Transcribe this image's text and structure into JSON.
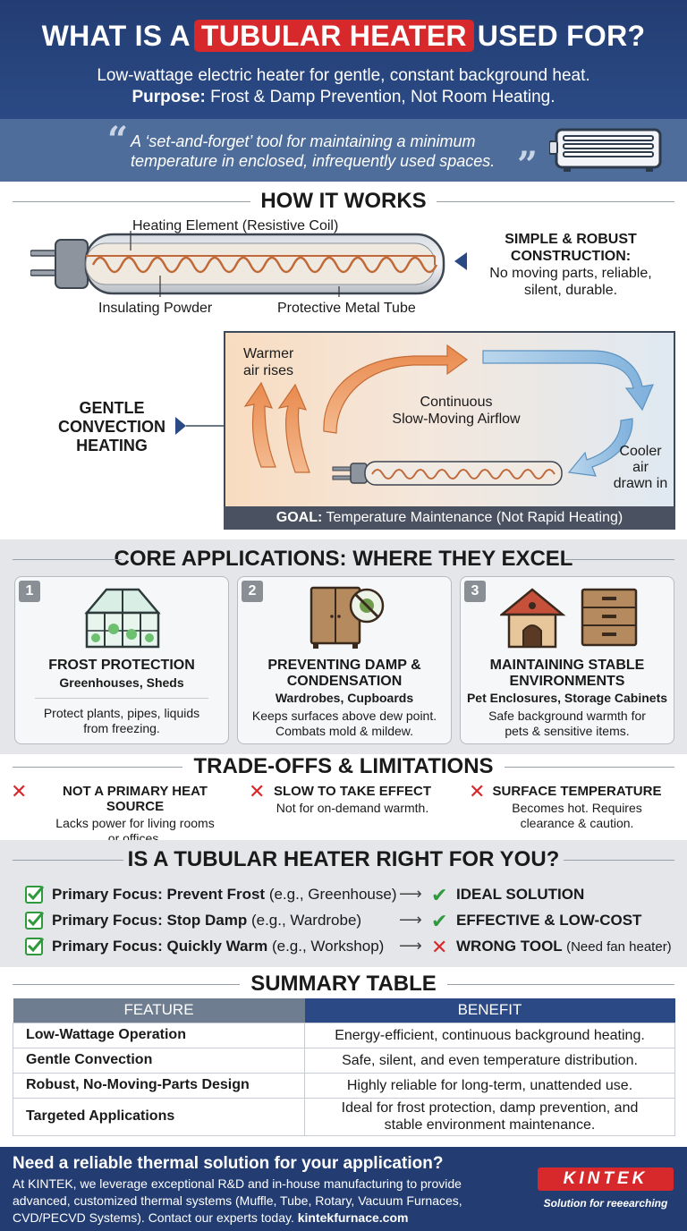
{
  "header": {
    "title_before": "WHAT IS A",
    "title_highlight": "TUBULAR HEATER",
    "title_after": "USED FOR?",
    "subtitle": "Low-wattage electric heater for gentle, constant background heat.",
    "purpose_label": "Purpose:",
    "purpose_text": "Frost & Damp Prevention, Not Room Heating.",
    "quote_line1": "A ‘set-and-forget’ tool for maintaining a minimum",
    "quote_line2": "temperature in enclosed, infrequently used spaces."
  },
  "how_it_works": {
    "title": "HOW IT WORKS",
    "label_element": "Heating Element (Resistive Coil)",
    "label_powder": "Insulating Powder",
    "label_tube": "Protective Metal Tube",
    "construction_line1": "SIMPLE & ROBUST",
    "construction_line2": "CONSTRUCTION:",
    "construction_desc_line1": "No moving parts, reliable,",
    "construction_desc_line2": "silent, durable.",
    "convection_line1": "GENTLE",
    "convection_line2": "CONVECTION",
    "convection_line3": "HEATING",
    "warm_line1": "Warmer",
    "warm_line2": "air rises",
    "flow_line1": "Continuous",
    "flow_line2": "Slow-Moving Airflow",
    "cool_line1": "Cooler",
    "cool_line2": "air",
    "cool_line3": "drawn in",
    "goal_label": "GOAL:",
    "goal_text": "Temperature Maintenance (Not Rapid Heating)"
  },
  "core": {
    "title": "CORE APPLICATIONS: WHERE THEY EXCEL",
    "cards": [
      {
        "num": "1",
        "title1": "FROST PROTECTION",
        "title2": "",
        "sub": "Greenhouses, Sheds",
        "desc1": "Protect plants, pipes, liquids",
        "desc2": "from freezing."
      },
      {
        "num": "2",
        "title1": "PREVENTING DAMP &",
        "title2": "CONDENSATION",
        "sub": "Wardrobes, Cupboards",
        "desc1": "Keeps surfaces above dew point.",
        "desc2": "Combats mold & mildew."
      },
      {
        "num": "3",
        "title1": "MAINTAINING STABLE",
        "title2": "ENVIRONMENTS",
        "sub": "Pet Enclosures, Storage Cabinets",
        "desc1": "Safe background warmth for",
        "desc2": "pets & sensitive items."
      }
    ]
  },
  "tradeoffs": {
    "title": "TRADE-OFFS & LIMITATIONS",
    "items": [
      {
        "head": "NOT A PRIMARY HEAT SOURCE",
        "line1": "Lacks power for living rooms",
        "line2": "or offices."
      },
      {
        "head": "SLOW TO TAKE EFFECT",
        "line1": "Not for on-demand warmth.",
        "line2": ""
      },
      {
        "head": "SURFACE TEMPERATURE",
        "line1": "Becomes hot. Requires",
        "line2": "clearance & caution."
      }
    ]
  },
  "right_for_you": {
    "title": "IS A TUBULAR HEATER RIGHT FOR YOU?",
    "rows": [
      {
        "focus": "Primary Focus: Prevent Frost",
        "example": "(e.g., Greenhouse)",
        "result": "IDEAL SOLUTION",
        "note": "",
        "ok": true
      },
      {
        "focus": "Primary Focus: Stop Damp",
        "example": "(e.g., Wardrobe)",
        "result": "EFFECTIVE & LOW-COST",
        "note": "",
        "ok": true
      },
      {
        "focus": "Primary Focus: Quickly Warm",
        "example": "(e.g., Workshop)",
        "result": "WRONG TOOL",
        "note": "(Need fan heater)",
        "ok": false
      }
    ]
  },
  "summary": {
    "title": "SUMMARY TABLE",
    "headers": [
      "FEATURE",
      "BENEFIT"
    ],
    "rows": [
      {
        "feature": "Low-Wattage Operation",
        "benefit1": "Energy-efficient, continuous background heating.",
        "benefit2": ""
      },
      {
        "feature": "Gentle Convection",
        "benefit1": "Safe, silent, and even temperature distribution.",
        "benefit2": ""
      },
      {
        "feature": "Robust, No-Moving-Parts Design",
        "benefit1": "Highly reliable for long-term, unattended use.",
        "benefit2": ""
      },
      {
        "feature": "Targeted Applications",
        "benefit1": "Ideal for frost protection, damp prevention, and",
        "benefit2": "stable environment maintenance."
      }
    ]
  },
  "footer": {
    "heading": "Need a reliable thermal solution for your application?",
    "body": "At KINTEK, we leverage exceptional R&D and in-house manufacturing to provide advanced, customized thermal systems (Muffle, Tube, Rotary, Vacuum Furnaces, CVD/PECVD Systems). Contact our experts today.",
    "link": "kintekfurnace.com",
    "logo": "KINTEK",
    "tagline": "Solution for reeearching"
  },
  "colors": {
    "brand_navy": "#233d73",
    "accent_red": "#d7282b",
    "success_green": "#2f9a3b",
    "warm_orange": "#e98a4e",
    "cool_blue": "#7fb1dc"
  }
}
